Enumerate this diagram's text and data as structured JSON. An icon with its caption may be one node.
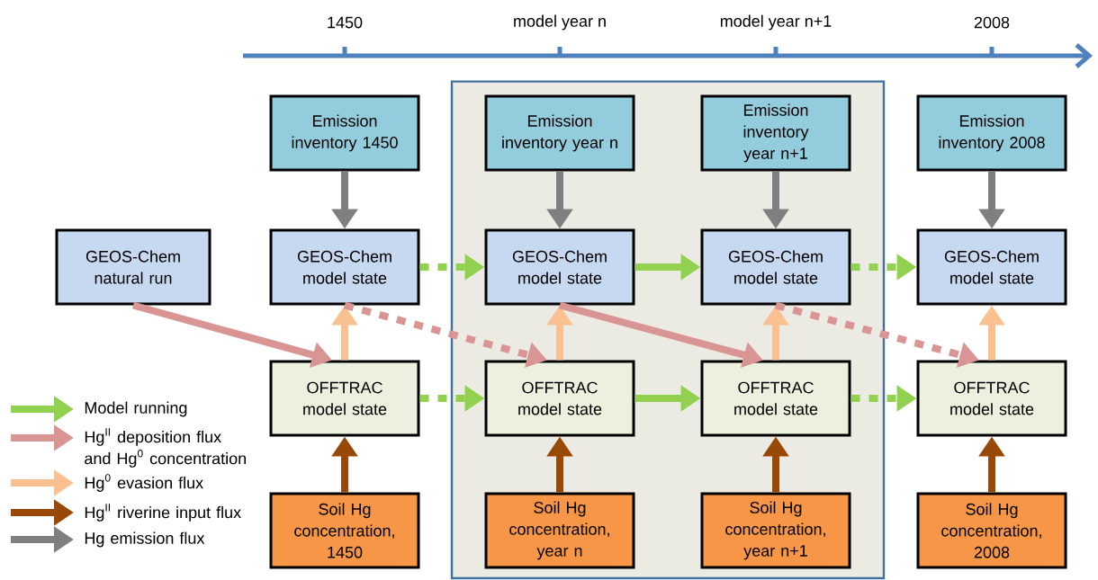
{
  "diagram": {
    "nodes": [
      {
        "text": [],
        "shape": "box"
      },
      {
        "text": [
          "GEOS-Chem natural run"
        ]
      },
      {
        "text": [
          "Emission inventory 1450"
        ]
      },
      {
        "text": [
          "GEOS-Chem model state"
        ]
      },
      {
        "text": [
          "OFFTRAC model state"
        ]
      },
      {
        "text": [
          "Soil Hg concentration, 1450"
        ]
      },
      {
        "text": [
          "Emission inventory year n"
        ],
        "in": 0
      },
      {
        "text": [
          "GEOS-Chem model state"
        ],
        "in": 0
      },
      {
        "text": [
          "OFFTRAC model state"
        ],
        "in": 0
      },
      {
        "text": [
          "Soil Hg concentration, year n"
        ],
        "in": 0
      },
      {
        "text": [
          "Emission inventory year n+1"
        ],
        "in": 0
      },
      {
        "text": [
          "GEOS-Chem model state"
        ],
        "in": 0
      },
      {
        "text": [
          "OFFTRAC model state"
        ],
        "in": 0
      },
      {
        "text": [
          "Soil Hg concentration, year n+1"
        ],
        "in": 0
      },
      {
        "text": [
          "Emission inventory 2008"
        ]
      },
      {
        "text": [
          "GEOS-Chem model state"
        ]
      },
      {
        "text": [
          "OFFTRAC model state"
        ]
      },
      {
        "text": [
          "Soil Hg concentration, 2008"
        ]
      }
    ],
    "edges": [
      {
        "from": 2,
        "to": 3,
        "arrow": "to",
        "color": "#7f7f7f"
      },
      {
        "from": 6,
        "to": 7,
        "arrow": "to",
        "color": "#7f7f7f"
      },
      {
        "from": 10,
        "to": 11,
        "arrow": "to",
        "color": "#7f7f7f"
      },
      {
        "from": 14,
        "to": 15,
        "arrow": "to",
        "color": "#7f7f7f"
      },
      {
        "from": 5,
        "to": 4,
        "arrow": "to",
        "color": "#984807"
      },
      {
        "from": 9,
        "to": 8,
        "arrow": "to",
        "color": "#984807"
      },
      {
        "from": 13,
        "to": 12,
        "arrow": "to",
        "color": "#984807"
      },
      {
        "from": 17,
        "to": 16,
        "arrow": "to",
        "color": "#984807"
      },
      {
        "from": 4,
        "to": 3,
        "arrow": "to",
        "color": "#fac090"
      },
      {
        "from": 8,
        "to": 7,
        "arrow": "to",
        "color": "#fac090"
      },
      {
        "from": 12,
        "to": 11,
        "arrow": "to",
        "color": "#fac090"
      },
      {
        "from": 16,
        "to": 15,
        "arrow": "to",
        "color": "#fac090"
      },
      {
        "from": 3,
        "to": 7,
        "arrow": "to",
        "style": "dashed",
        "color": "#92d050"
      },
      {
        "from": 7,
        "to": 11,
        "arrow": "to",
        "color": "#92d050"
      },
      {
        "from": 11,
        "to": 15,
        "arrow": "to",
        "style": "dashed",
        "color": "#92d050"
      },
      {
        "from": 4,
        "to": 8,
        "arrow": "to",
        "style": "dashed",
        "color": "#92d050"
      },
      {
        "from": 8,
        "to": 12,
        "arrow": "to",
        "color": "#92d050"
      },
      {
        "from": 12,
        "to": 16,
        "arrow": "to",
        "style": "dashed",
        "color": "#92d050"
      },
      {
        "from": 1,
        "to": 4,
        "arrow": "to",
        "color": "#d99594"
      },
      {
        "from": 3,
        "to": 8,
        "arrow": "to",
        "style": "dashed",
        "color": "#d99594"
      },
      {
        "from": 7,
        "to": 12,
        "arrow": "to",
        "color": "#d99594"
      },
      {
        "from": 11,
        "to": 16,
        "arrow": "to",
        "style": "dashed",
        "color": "#d99594"
      }
    ],
    "labels": [
      "1450",
      "model year n",
      "model year n+1",
      "2008"
    ],
    "legend": [
      {
        "text": "Model running",
        "color": "#92d050"
      },
      {
        "text": "Hg$^{II}$ deposition flux and Hg$^{0}$ concentration",
        "color": "#d99594"
      },
      {
        "text": "Hg$^{0}$ evasion flux",
        "color": "#fac090"
      },
      {
        "text": "Hg$^{II}$ riverine input flux",
        "color": "#984807"
      },
      {
        "text": "Hg emission flux",
        "color": "#7f7f7f"
      }
    ]
  }
}
